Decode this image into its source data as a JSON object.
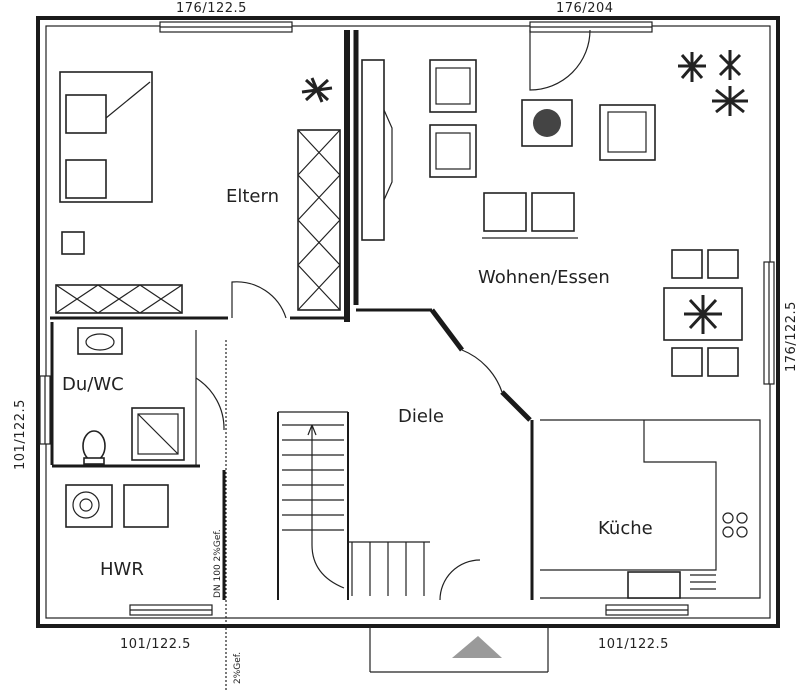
{
  "rooms": {
    "eltern": "Eltern",
    "wohnen_essen": "Wohnen/Essen",
    "du_wc": "Du/WC",
    "diele": "Diele",
    "hwr": "HWR",
    "kueche": "Küche"
  },
  "dimensions": {
    "top_left_window": "176/122.5",
    "top_right_window": "176/204",
    "right_window": "176/122.5",
    "left_window": "101/122.5",
    "bottom_left_window": "101/122.5",
    "bottom_right_window": "101/122.5"
  },
  "annotations": {
    "pipe": "DN 100 2%Gef.",
    "slope": "2%Gef."
  }
}
